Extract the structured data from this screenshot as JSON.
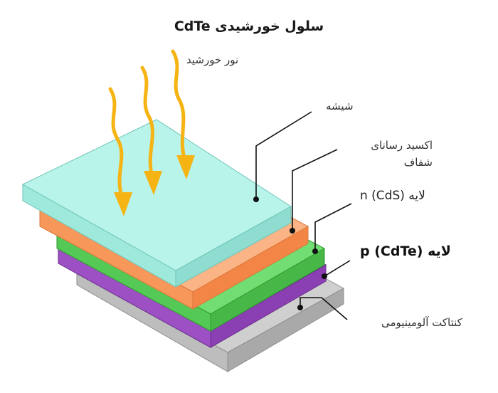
{
  "diagram": {
    "title": "سلول خورشیدی CdTe",
    "labels": {
      "sunlight": "نور خورشید",
      "glass": "شیشه",
      "tco_line1": "اکسید رسانای",
      "tco_line2": "شفاف",
      "n_layer": "لایه n (CdS)",
      "p_layer": "لایه p (CdTe)",
      "aluminum": "کنتاکت آلومینیومی"
    },
    "colors": {
      "glass": "#aef0e6",
      "tco": "#f9a46f",
      "cds": "#5cd35c",
      "cdte": "#a259c8",
      "aluminum": "#c8c8c8",
      "arrow": "#f5b414",
      "leader": "#111111"
    }
  }
}
